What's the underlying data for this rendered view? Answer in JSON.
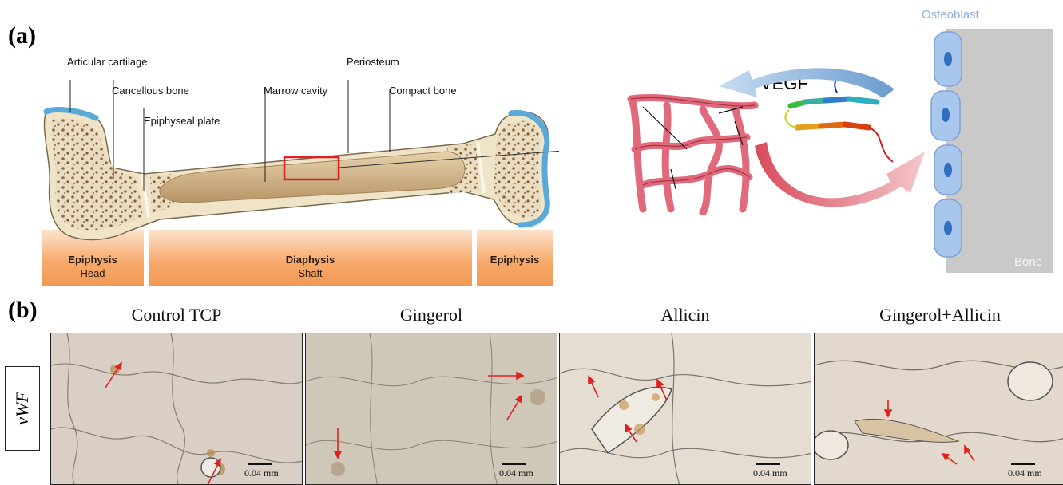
{
  "panel_a": {
    "label": "(a)",
    "bone_labels": {
      "articular_cartilage": "Articular cartilage",
      "cancellous_bone": "Cancellous bone",
      "epiphyseal_plate": "Epiphyseal plate",
      "marrow_cavity": "Marrow cavity",
      "periosteum": "Periosteum",
      "compact_bone": "Compact bone"
    },
    "zones": [
      {
        "title": "Epiphysis",
        "subtitle": "Head"
      },
      {
        "title": "Diaphysis",
        "subtitle": "Shaft"
      },
      {
        "title": "Epiphysis",
        "subtitle": ""
      }
    ],
    "vegf_label": "VEGF",
    "osteoblast_label": "Osteoblast",
    "bone_tissue_label": "Bone"
  },
  "panel_b": {
    "label": "(b)",
    "row_label": "vWF",
    "scale_label": "0.04 mm",
    "columns": [
      {
        "title": "Control TCP"
      },
      {
        "title": "Gingerol"
      },
      {
        "title": "Allicin"
      },
      {
        "title": "Gingerol+Allicin"
      }
    ]
  },
  "colors": {
    "zone_orange": "#f19a55",
    "cartilage_blue": "#5aa9d8",
    "vessel_pink": "#e06a7c",
    "osteoblast_blue": "#a9c7ec",
    "bone_grey": "#c9c9c9",
    "highlight_red": "#e02020"
  }
}
